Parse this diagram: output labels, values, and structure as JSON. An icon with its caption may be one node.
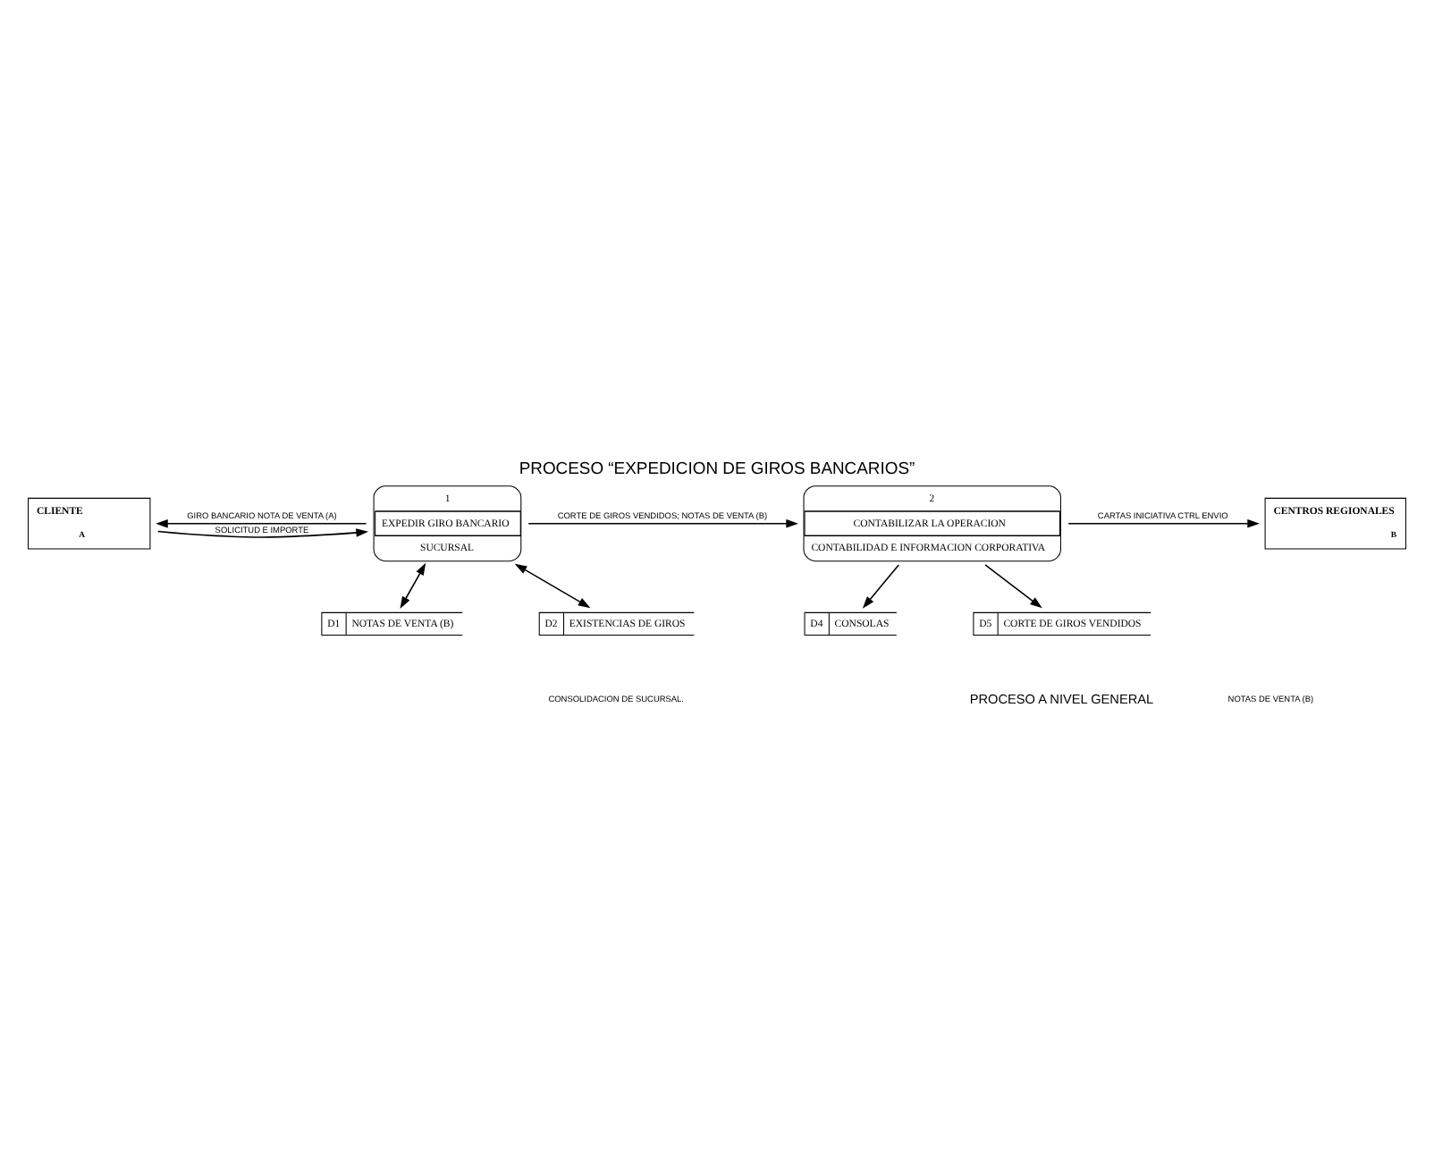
{
  "diagram": {
    "title": "PROCESO “EXPEDICION DE GIROS BANCARIOS”",
    "caption": "PROCESO A NIVEL GENERAL",
    "nodes": [
      {
        "text": [
          "CLIENTE",
          "A"
        ]
      },
      {
        "text": [
          "1",
          "EXPEDIR GIRO BANCARIO",
          "SUCURSAL"
        ]
      },
      {
        "text": [
          "2",
          "CONTABILIZAR LA OPERACION",
          "CONTABILIDAD E INFORMACION CORPORATIVA"
        ]
      },
      {
        "text": [
          "CENTROS REGIONALES",
          "B"
        ]
      },
      {
        "text": [
          "D1",
          "NOTAS DE VENTA (B)"
        ]
      },
      {
        "text": [
          "D2",
          "EXISTENCIAS DE GIROS"
        ]
      },
      {
        "text": [
          "D4",
          "CONSOLAS"
        ]
      },
      {
        "text": [
          "D5",
          "CORTE DE GIROS VENDIDOS"
        ]
      }
    ],
    "edges": [
      {
        "from": 0,
        "to": 1,
        "arrow": "to",
        "label": "SOLICITUD E IMPORTE"
      },
      {
        "from": 1,
        "to": 0,
        "arrow": "to",
        "label": "GIRO BANCARIO NOTA DE VENTA (A)"
      },
      {
        "from": 1,
        "to": 2,
        "arrow": "to",
        "label": "CORTE DE GIROS VENDIDOS; NOTAS DE VENTA (B)"
      },
      {
        "from": 2,
        "to": 3,
        "arrow": "to",
        "label": "CARTAS INICIATIVA CTRL ENVIO"
      },
      {
        "from": 1,
        "to": 4,
        "arrow": "both"
      },
      {
        "from": 1,
        "to": 5,
        "arrow": "both"
      },
      {
        "from": 2,
        "to": 6,
        "arrow": "to"
      },
      {
        "from": 2,
        "to": 7,
        "arrow": "to"
      }
    ],
    "labels": [
      "CONSOLIDACION DE SUCURSAL.",
      "NOTAS DE VENTA (B)"
    ]
  }
}
